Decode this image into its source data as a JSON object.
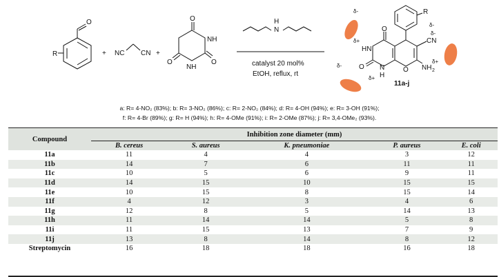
{
  "scheme": {
    "reactant1_r": "R",
    "reactant1_o": "O",
    "plus": "+",
    "malononitrile": "NC     CN",
    "malononitrile_left": "NC",
    "malononitrile_right": "CN",
    "barbituric_o1": "O",
    "barbituric_o2": "O",
    "barbituric_o3": "O",
    "barbituric_nh1": "NH",
    "barbituric_nh2": "NH",
    "amine_h": "H",
    "amine_n": "N",
    "conditions_line1": "catalyst 20 mol%",
    "conditions_line2": "EtOH, reflux, rt",
    "product_r": "R",
    "product_cn": "CN",
    "product_nh2": "NH",
    "product_nh2_sub": "2",
    "product_hn": "HN",
    "product_n_bottom": "N",
    "product_h_bottom": "H",
    "product_o_top": "O",
    "product_o_left": "O",
    "product_o_ring": "O",
    "product_label": "11a-j",
    "delta_minus": "δ-",
    "delta_plus": "δ+"
  },
  "substituents": {
    "line1": "a: R= 4-NO₂ (83%); b: R= 3-NO₂ (86%); c: R= 2-NO₂ (84%); d: R= 4-OH (94%); e: R= 3-OH (91%);",
    "line2": "f: R= 4-Br (89%); g: R= H (94%); h: R= 4-OMe (91%); i: R= 2-OMe (87%); j: R= 3,4-OMe₂ (93%)."
  },
  "table": {
    "compound_header": "Compound",
    "group_header": "Inhibition zone diameter (mm)",
    "columns": [
      "B. cereus",
      "S. aureus",
      "K. pneumoniae",
      "P. aureus",
      "E. coli"
    ],
    "rows": [
      {
        "compound": "11a",
        "values": [
          "11",
          "4",
          "4",
          "3",
          "12"
        ]
      },
      {
        "compound": "11b",
        "values": [
          "14",
          "7",
          "6",
          "11",
          "11"
        ]
      },
      {
        "compound": "11c",
        "values": [
          "10",
          "5",
          "6",
          "9",
          "11"
        ]
      },
      {
        "compound": "11d",
        "values": [
          "14",
          "15",
          "10",
          "15",
          "15"
        ]
      },
      {
        "compound": "11e",
        "values": [
          "10",
          "15",
          "8",
          "15",
          "14"
        ]
      },
      {
        "compound": "11f",
        "values": [
          "4",
          "12",
          "3",
          "4",
          "6"
        ]
      },
      {
        "compound": "11g",
        "values": [
          "12",
          "8",
          "5",
          "14",
          "13"
        ]
      },
      {
        "compound": "11h",
        "values": [
          "11",
          "14",
          "14",
          "5",
          "8"
        ]
      },
      {
        "compound": "11i",
        "values": [
          "11",
          "15",
          "13",
          "7",
          "9"
        ]
      },
      {
        "compound": "11j",
        "values": [
          "13",
          "8",
          "14",
          "8",
          "12"
        ]
      },
      {
        "compound": "Streptomycin",
        "values": [
          "16",
          "18",
          "18",
          "16",
          "18"
        ]
      }
    ]
  },
  "colors": {
    "highlight": "#ee7f48",
    "header_bg": "#dfe3de",
    "stripe_bg": "#e8ebe7",
    "ink": "#111111"
  }
}
